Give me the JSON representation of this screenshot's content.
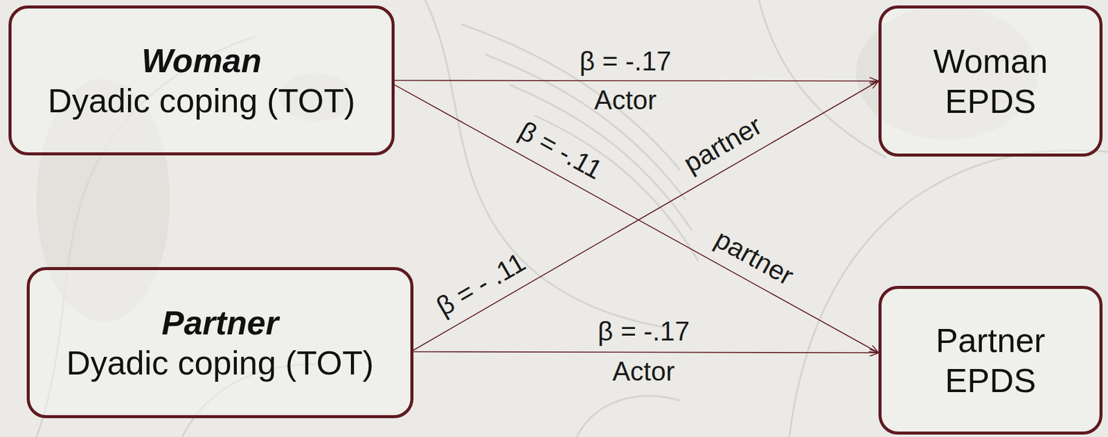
{
  "diagram": {
    "nodes": [
      {
        "text": [
          "Woman",
          "Dyadic coping (TOT)"
        ]
      },
      {
        "text": [
          "Woman EPDS"
        ]
      },
      {
        "text": [
          "Partner",
          "Dyadic coping (TOT)"
        ]
      },
      {
        "text": [
          "Partner EPDS"
        ]
      }
    ],
    "edges": [
      {
        "from": 0,
        "to": 1,
        "arrow": "to",
        "label": "β = -.17"
      },
      {
        "from": 0,
        "to": 3,
        "arrow": "to",
        "label": "β = -.11"
      },
      {
        "from": 2,
        "to": 1,
        "arrow": "to",
        "label": "β = - .11"
      },
      {
        "from": 2,
        "to": 3,
        "arrow": "to",
        "label": "β = -.17"
      }
    ],
    "labels": [
      "Actor",
      "partner",
      "partner",
      "Actor"
    ]
  }
}
